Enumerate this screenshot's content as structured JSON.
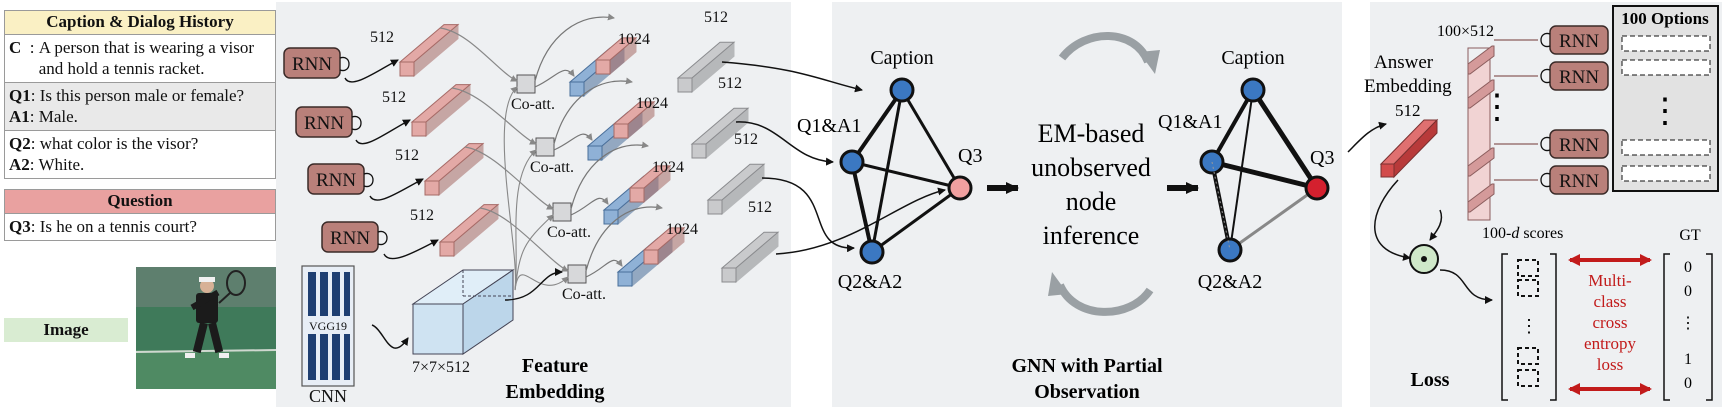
{
  "history": {
    "title": "Caption & Dialog History",
    "caption_key": "C",
    "caption_sep": "  : ",
    "caption_text": "A person that is wearing a visor and hold a tennis racket.",
    "q1_key": "Q1",
    "q1_text": ": Is this person male or female?",
    "a1_key": "A1",
    "a1_text": ": Male.",
    "q2_key": "Q2",
    "q2_text": ": what color is the visor?",
    "a2_key": "A2",
    "a2_text": ": White."
  },
  "question": {
    "title": "Question",
    "q3_key": "Q3",
    "q3_text": ": Is he on a tennis court?"
  },
  "image_label": "Image",
  "feature": {
    "rnn_label": "RNN",
    "dim_512": "512",
    "dim_1024": "1024",
    "coatt_label": "Co-att.",
    "vgg_label": "VGG19",
    "cnn_label": "CNN",
    "volume_label": "7×7×512",
    "section_title_1": "Feature",
    "section_title_2": "Embedding"
  },
  "gnn": {
    "caption_label": "Caption",
    "qa1_label": "Q1&A1",
    "qa2_label": "Q2&A2",
    "q3_label": "Q3",
    "em_line1": "EM-based",
    "em_line2": "unobserved",
    "em_line3": "node",
    "em_line4": "inference",
    "section_title_1": "GNN with Partial",
    "section_title_2": "Observation"
  },
  "loss": {
    "answer_line1": "Answer",
    "answer_line2": "Embedding",
    "answer_dim": "512",
    "matrix_dim": "100×512",
    "rnn_label": "RNN",
    "options_title": "100 Options",
    "scores_prefix": "100-",
    "scores_italic": "d",
    "scores_suffix": " scores",
    "gt_label": "GT",
    "gt_values": [
      "0",
      "0",
      "⋮",
      "1",
      "0"
    ],
    "vdots": "⋮",
    "ce_line1": "Multi-",
    "ce_line2": "class",
    "ce_line3": "cross",
    "ce_line4": "entropy",
    "ce_line5": "loss",
    "section_title": "Loss"
  },
  "colors": {
    "panel_bg": "#eef0f2",
    "rnn_fill": "#b9807a",
    "pink_box": "#e3a9a6",
    "blue_box": "#8fb1d6",
    "gray_box": "#c9cacc",
    "node_blue": "#3b78c2",
    "node_pink": "#f0a0a0",
    "node_red": "#d4202e",
    "loss_arrow": "#c21b1b",
    "vgg_blue": "#1f3f72",
    "volume_fill": "#cfe3f2"
  }
}
